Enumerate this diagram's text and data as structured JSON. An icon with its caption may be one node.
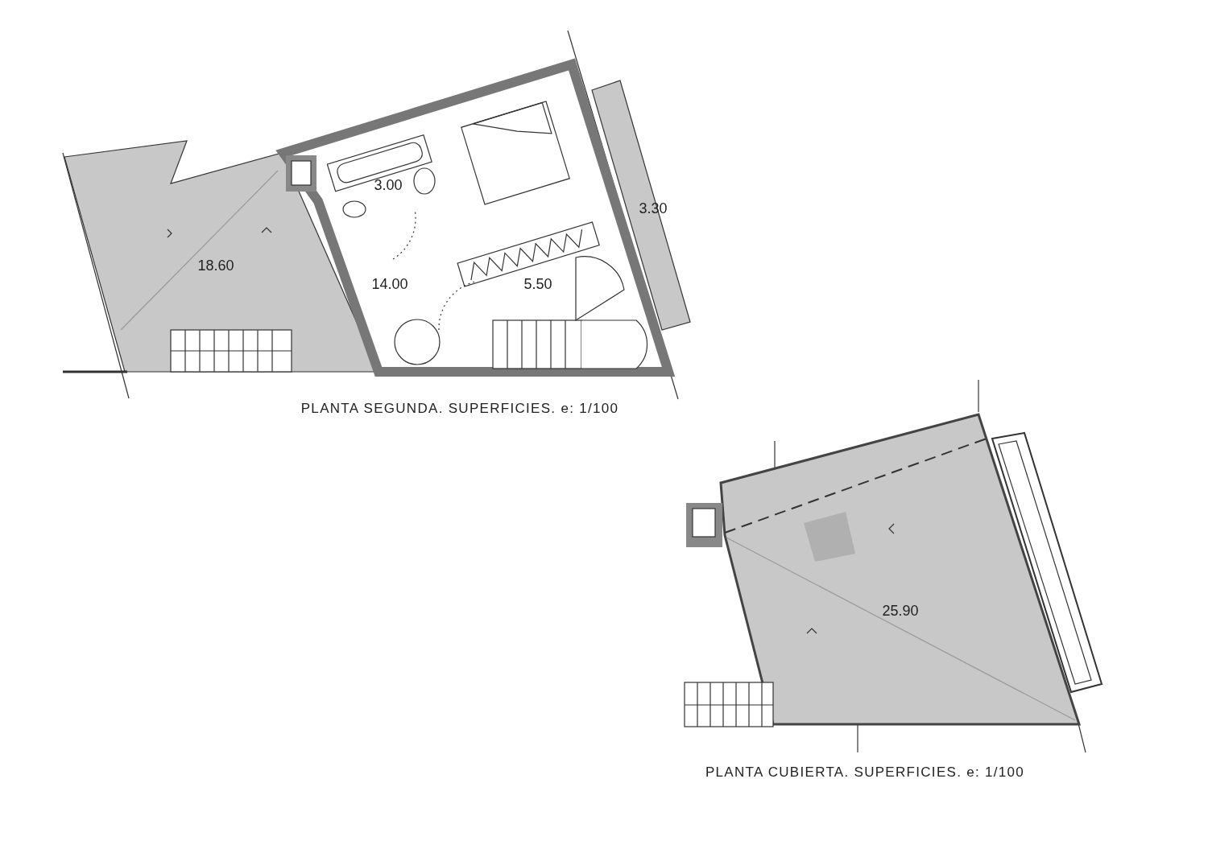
{
  "diagram": {
    "labels": [
      "3.00",
      "3.30",
      "18.60",
      "14.00",
      "5.50",
      "PLANTA SEGUNDA. SUPERFICIES. e: 1/100",
      "25.90",
      "PLANTA CUBIERTA. SUPERFICIES. e: 1/100"
    ]
  }
}
